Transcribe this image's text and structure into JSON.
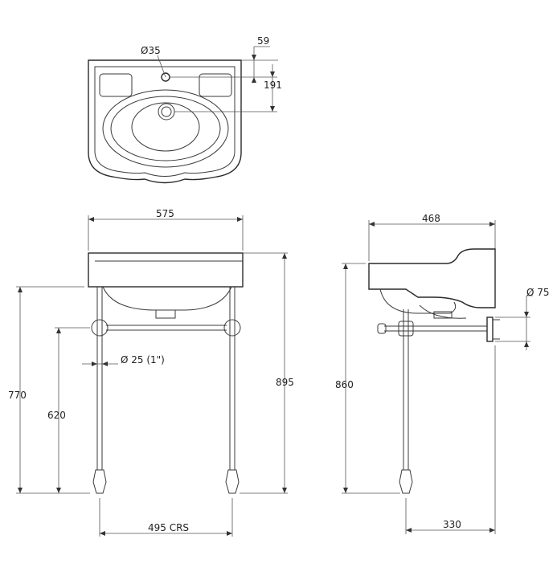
{
  "top_view": {
    "tap_hole_label": "Ø35",
    "edge_offset_label": "59",
    "depth_offset_label": "191"
  },
  "front_view": {
    "overall_width_label": "575",
    "overall_height_label": "770",
    "rail_height_label": "620",
    "basin_height_label": "895",
    "leg_diameter_label": "Ø 25 (1\")",
    "leg_centres_label": "495 CRS"
  },
  "side_view": {
    "depth_label": "468",
    "height_label": "860",
    "wall_plate_label": "Ø 75",
    "leg_projection_label": "330"
  }
}
